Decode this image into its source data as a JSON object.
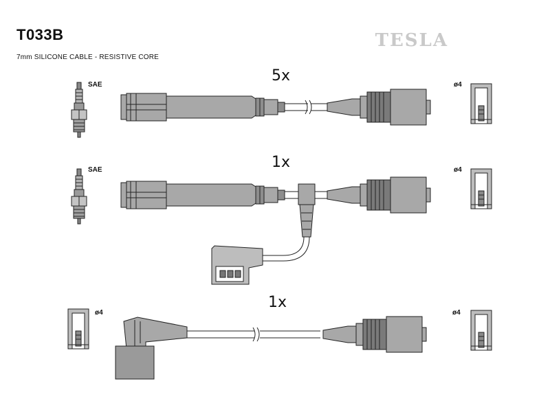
{
  "header": {
    "product_code": "T033B",
    "spec": "7mm SILICONE CABLE - RESISTIVE CORE",
    "brand": "TESLA"
  },
  "rows": [
    {
      "quantity": "5x",
      "plug_label": "SAE",
      "terminal_label": "ø4"
    },
    {
      "quantity": "1x",
      "plug_label": "SAE",
      "terminal_label": "ø4"
    },
    {
      "quantity": "1x",
      "left_terminal_label": "ø4",
      "terminal_label": "ø4"
    }
  ],
  "colors": {
    "part_fill": "#a8a8a8",
    "outline": "#222222",
    "brand": "#c9c9c9"
  }
}
